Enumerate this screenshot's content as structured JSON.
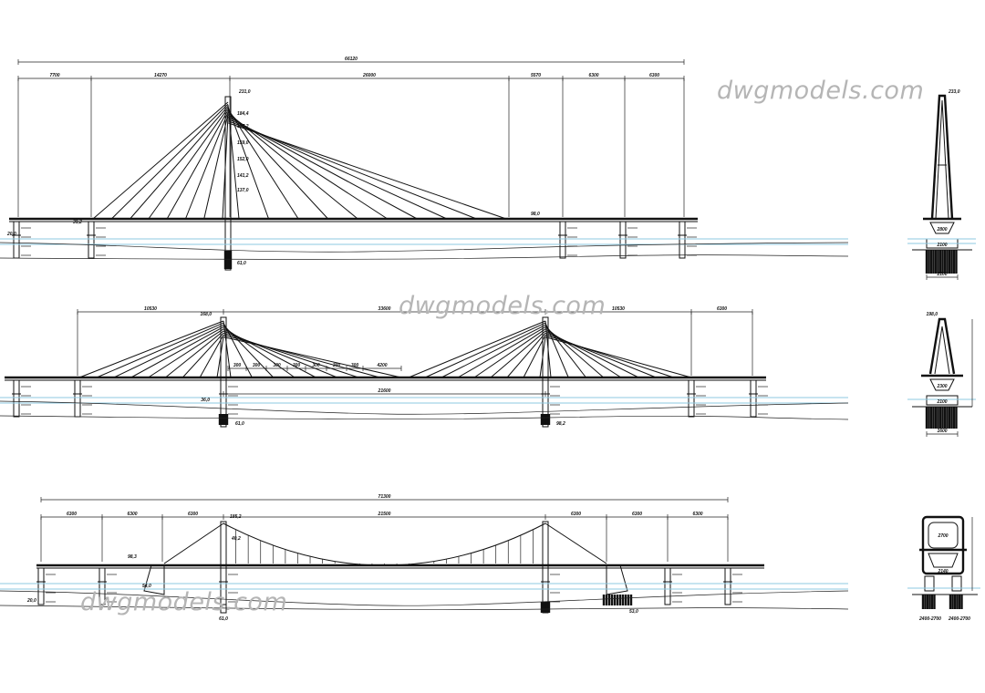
{
  "watermark": "dwgmodels.com",
  "colors": {
    "line": "#111111",
    "water": "#8ec9e0",
    "watermark": "#b5b5b5"
  },
  "bridge1": {
    "overall": "66120",
    "spans": [
      "7700",
      "14270",
      "26000",
      "5570",
      "6300",
      "6300"
    ],
    "elevations": [
      "231,0",
      "184,4",
      "167,2",
      "159,0",
      "152,0",
      "141,2",
      "137,0",
      "39,2",
      "98,0",
      "20,0",
      "61,0"
    ]
  },
  "bridge2": {
    "overall_segments": [
      "10530",
      "33600",
      "10530",
      "6300"
    ],
    "inner": "21600",
    "cable_spacing": [
      "300",
      "300",
      "300",
      "300",
      "300",
      "300",
      "300",
      "4200"
    ],
    "elevations": [
      "168,0",
      "36,0",
      "61,0",
      "98,2"
    ]
  },
  "bridge3": {
    "overall": "71300",
    "spans": [
      "6300",
      "6300",
      "6300",
      "21500",
      "6300",
      "6300",
      "6300"
    ],
    "elevations": [
      "185,2",
      "98,3",
      "54,0",
      "61,0",
      "53,0",
      "20,0"
    ],
    "sag": "40,2"
  },
  "sections": [
    {
      "top": "233,0",
      "labels": [
        "2800",
        "2100",
        "2100"
      ]
    },
    {
      "top": "198,0",
      "labels": [
        "2300",
        "2100",
        "1600"
      ]
    },
    {
      "top": "",
      "labels": [
        "2700",
        "2140",
        "2400-2700",
        "2400-2700"
      ]
    }
  ]
}
